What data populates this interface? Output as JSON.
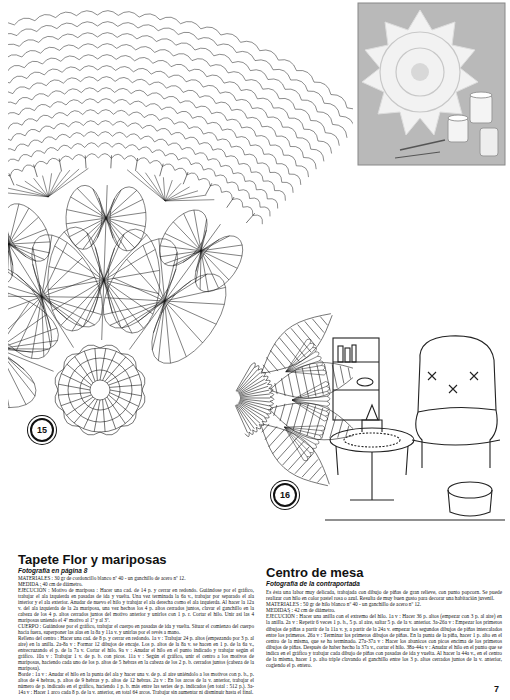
{
  "diagram": {
    "nodes": [
      {
        "text": [
          "15"
        ]
      },
      {
        "text": [
          "16"
        ]
      }
    ],
    "labels": [
      "Tapete Flor y mariposas",
      "Fotografía en página 8",
      "MATERIALES : 30 gr de cordoncillo blanco nº 40 - un ganchillo de acero nº 12.",
      "MEDIDA : 40 cm de diámetro.",
      "EJECUCIÓN : Motivo de mariposa : Hacer una cad. de 14 p. y cerrar en redondo. Guiándose por el gráfico, trabajar el ala izquierda en pasadas de ida y vuelta. Una vez terminada la 6a v., trabajar por separado el ala interior y el ala exterior. Anudar de nuevo el hilo y trabajar el ala derecha como el ala izquierda. Al hacer la 12a v. del ala izquierda de la 2a mariposa, una vez hechos los 4 p. altos cerrados juntos, clavar el ganchillo en la cabeza de los 4 p. altos cerrados juntos del motivo anterior y unirlos con 1 p. r. Cortar el hilo. Unir así las 4 mariposas uniendo el 4º motivo al 1º y al 3º.",
      "CUERPO : Guiándose por el gráfico, trabajar el cuerpo en pasadas de ida y vuelta. Situar el comienzo del cuerpo hacia fuera, superponer las alas en la 8a y 11a v. y unirlas por el revés a mano.",
      "Relleno del centro : Hacer una cad. de 8 p. y cerrar en redondo. 1a v : Trabajar 24 p. altos (empezando por 3 p. al aire) en la anilla. 2a-8a v : Formar 12 dibujos de encaje. Los p. altos de la 8a v. se hacen en 1 p. de la 6a v., entrecruzando el p. de la 7a v. Cortar el hilo. 9a v : Anudar el hilo en el punto indicado y trabajar según el gráfico. 10a v : Trabajar 1 v. de p. b. con picos. 11a v : Según el gráfico, unir el centro a los motivos de mariposas, haciendo cada uno de los p. altos de 5 hebras en la cabeza de los 2 p. b. cerrados juntos (cabeza de la mariposa).",
      "Borde : 1a v : Anudar el hilo en la punta del ala y hacer una v. de p. al aire uniéndolo a los motivos con p. b., p. altos de 4 hebras, p. altos de 9 hebras y p. altos de 12 hebras. 2a v : En los arcos de la v. anterior, trabajar el número de p. indicado en el gráfico, haciendo 1 p. b. más entre las series de p. indicados (en total : 512 p.). 3a-14a v : Hacer 1 arco cada 8 p. de la v. anterior, en total 64 arcos. Trabajar sin aumentar ni disminuir hasta el final.",
      "Centro de mesa",
      "Fotografía de la contraportada",
      "Es ésta una labor muy delicada, trabajada con dibujo de piñas de gran relieve, con punto popcorn. Se puede realizar con hilo en color pastel rosa o azul. Resulta de muy buen gusto para decorar una habitación juvenil.",
      "MATERIALES : 50 gr de hilo blanco nº 40 - un ganchillo de acero nº 12.",
      "MEDIDAS : 42 cm de diámetro.",
      "EJECUCIÓN : Hacer una anilla con el extremo del hilo. 1a v : Hacer 36 p. altos (empezar con 3 p. al aire) en la anilla. 2a v : Repetir 6 veces 1 p. b., 5 p. al aire, saltar 5 p. de la v. anterior. 3a-26a v : Empezar los primeros dibujos de piñas a partir de la 11a v. y, a partir de la 24a v. empezar los segundos dibujos de piñas intercalados entre los primeros. 26a v : Terminar los primeros dibujos de piñas. En la punta de la piña, hacer 1 p. alto en el centro de la misma, que se ha terminado. 27a-37a v : Hacer los abanicos con picos encima de los primeros dibujos de piñas. Después de haber hecho la 37a v., cortar el hilo. 38a-44a v : Anudar el hilo en el punto que se indica en el gráfico y trabajar cada dibujo de piñas con pasadas de ida y vuelta. Al hacer la 44a v., en el centro de la misma, hacer 1 p. alto triple clavando el ganchillo entre los 3 p. altos cerrados juntos de la v. anterior, cogiendo el p. entero.",
      "7"
    ]
  }
}
